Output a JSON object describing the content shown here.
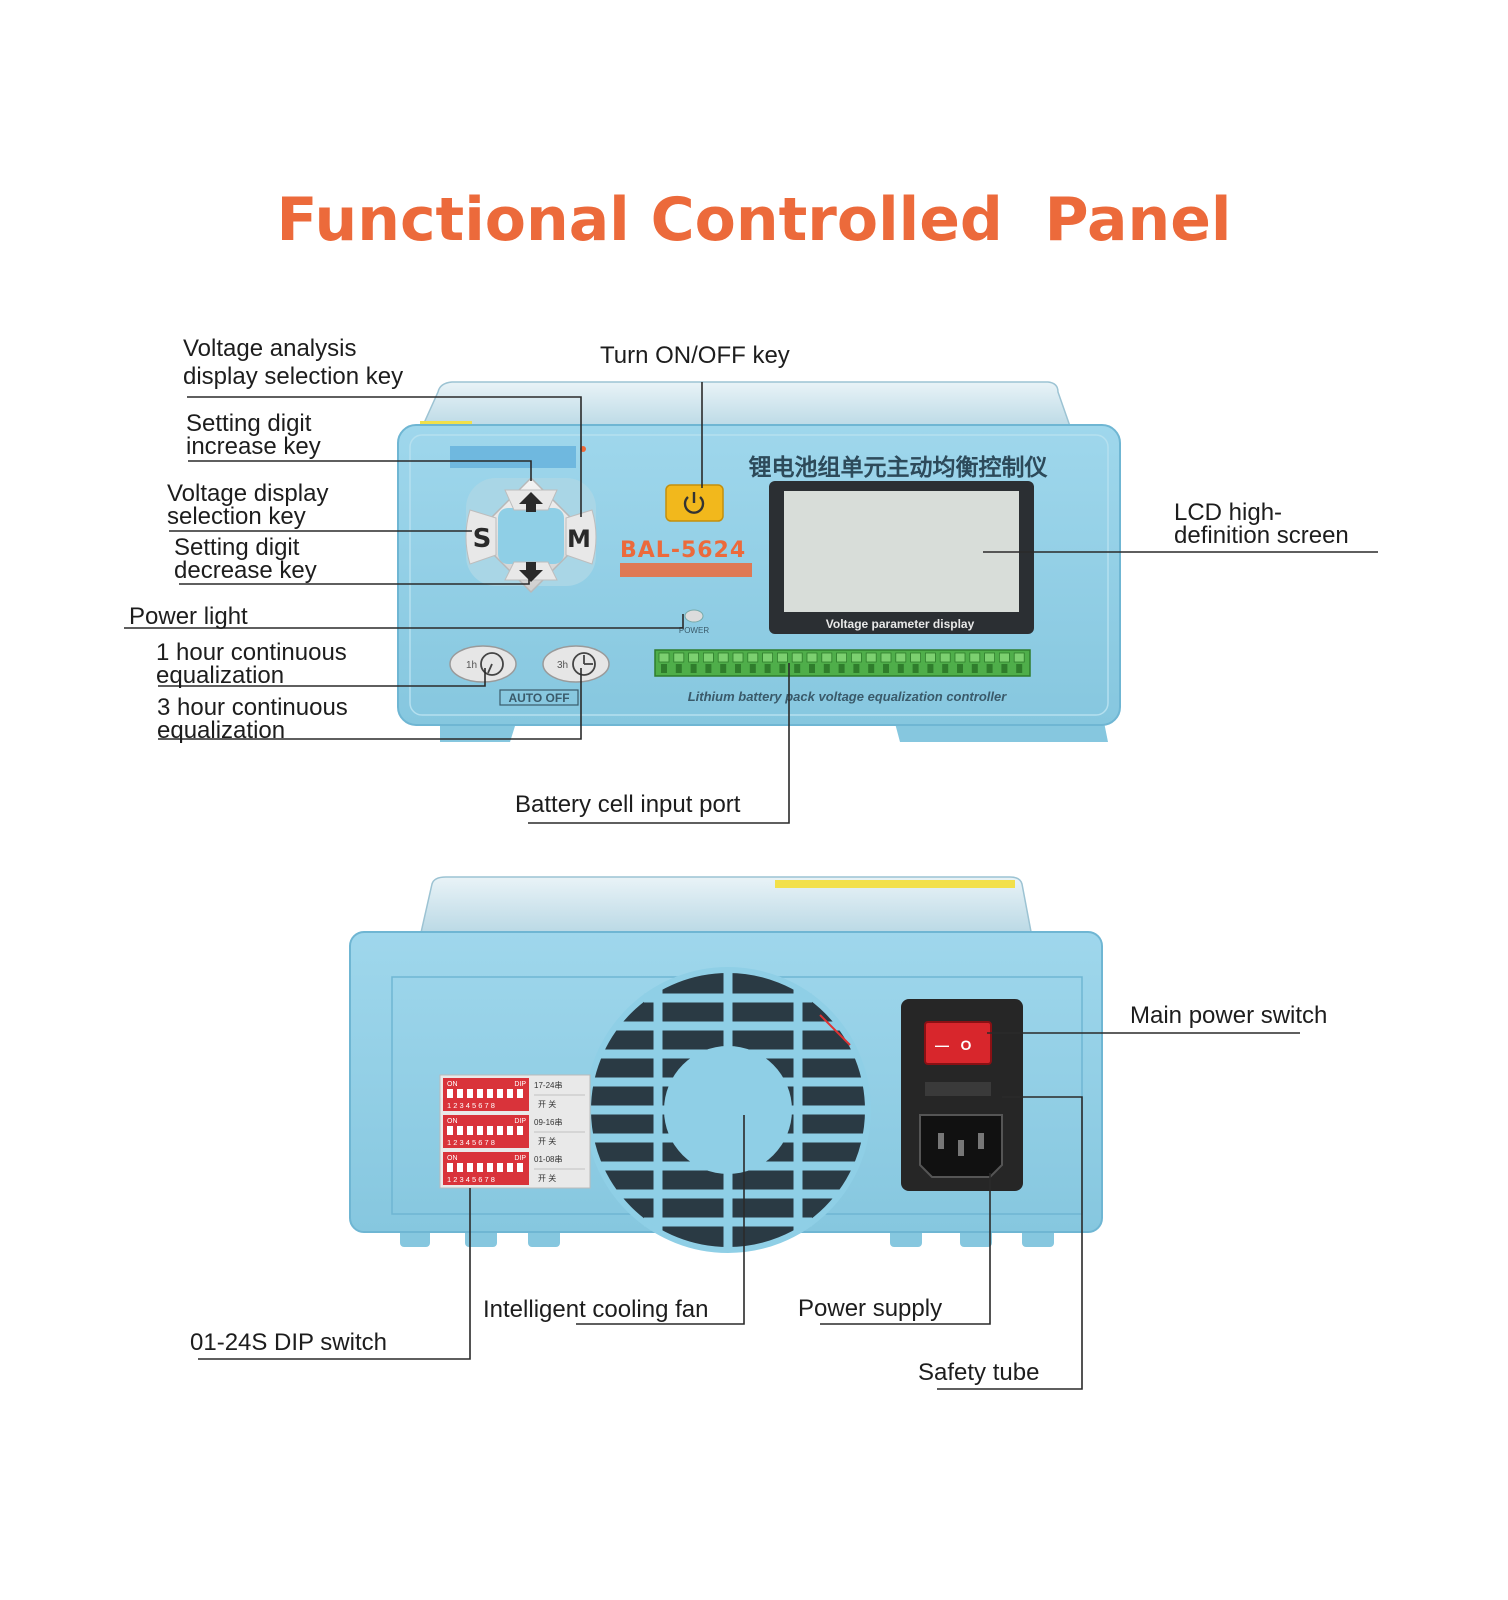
{
  "title": "Functional Controlled  Panel",
  "colors": {
    "title": "#ec6a3b",
    "housing": "#8fcfe6",
    "housing_dark": "#6fb6d3",
    "lcd": "#2b2f33",
    "power_key": "#f2b81c",
    "rocker": "#d8262c",
    "terminal": "#4fae4a",
    "dip": "#d9333a"
  },
  "front_panel": {
    "device_title_cn": "锂电池组单元主动均衡控制仪",
    "model": "BAL-5624",
    "lcd_caption": "Voltage parameter display",
    "footer": "Lithium battery pack voltage equalization controller",
    "power_light_text": "POWER",
    "button_s": "S",
    "button_m": "M",
    "timer_1h": "1h",
    "timer_3h": "3h",
    "auto_off": "AUTO OFF",
    "icons": [
      "up-arrow-icon",
      "down-arrow-icon",
      "power-icon",
      "clock-icon"
    ]
  },
  "labels": {
    "voltage_analysis_1": "Voltage analysis",
    "voltage_analysis_2": "display selection key",
    "increase_1": "Setting digit",
    "increase_2": "increase key",
    "voltage_display_1": "Voltage display",
    "voltage_display_2": "selection key",
    "decrease_1": "Setting digit",
    "decrease_2": "decrease key",
    "power_light": "Power light",
    "one_hour_1": "1 hour continuous",
    "one_hour_2": "equalization",
    "three_hour_1": "3 hour continuous",
    "three_hour_2": "equalization",
    "on_off": "Turn ON/OFF key",
    "lcd_1": "LCD high-",
    "lcd_2": "definition screen",
    "battery_port": "Battery cell input port",
    "main_power": "Main power switch",
    "dip_switch": "01-24S DIP switch",
    "cooling_fan": "Intelligent cooling fan",
    "power_supply": "Power supply",
    "safety_tube": "Safety tube"
  },
  "back_panel": {
    "dip_banks": [
      {
        "range": "17-24串",
        "on": "ON",
        "dip": "DIP",
        "digits": "1 2 3 4 5 6 7 8",
        "note": "开  关"
      },
      {
        "range": "09-16串",
        "on": "ON",
        "dip": "DIP",
        "digits": "1 2 3 4 5 6 7 8",
        "note": "开  关"
      },
      {
        "range": "01-08串",
        "on": "ON",
        "dip": "DIP",
        "digits": "1 2 3 4 5 6 7 8",
        "note": "开  关"
      }
    ],
    "rocker_off": "O",
    "rocker_on": "—"
  }
}
